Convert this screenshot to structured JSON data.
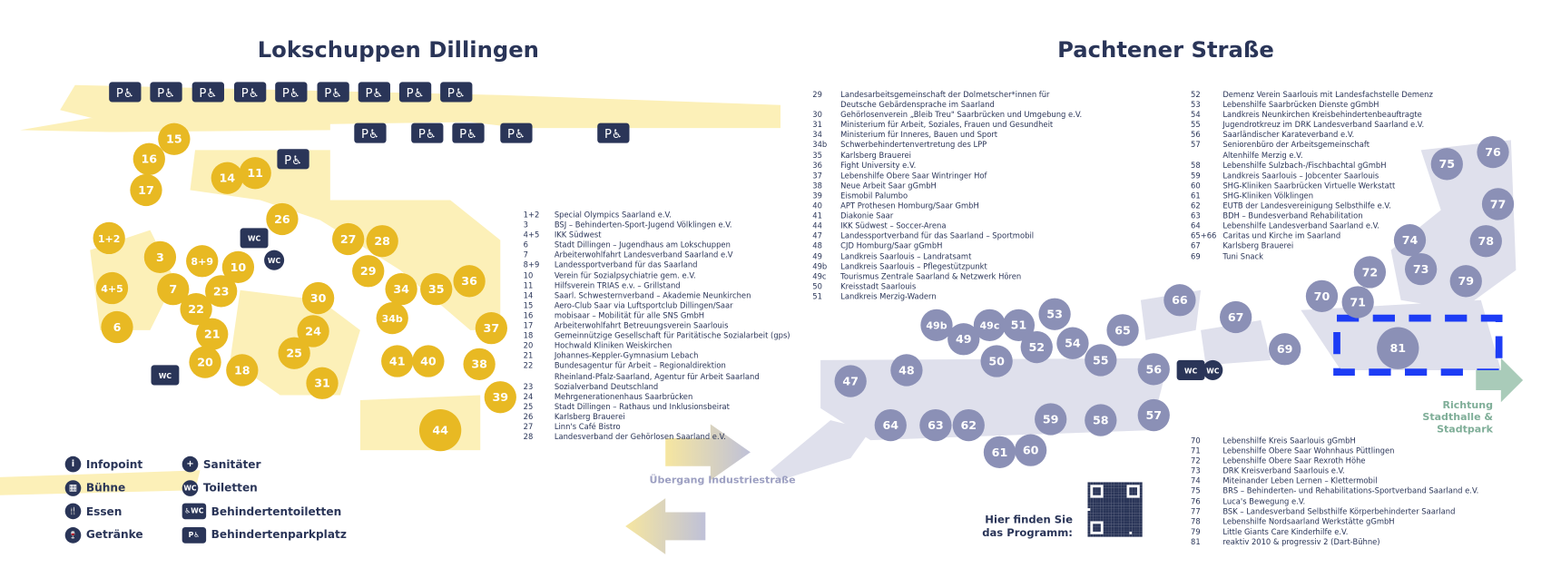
{
  "titles": {
    "left": "Lokschuppen Dillingen",
    "right": "Pachtener Straße"
  },
  "markers": {
    "lokschuppen": [
      "15",
      "16",
      "17",
      "14",
      "11",
      "1+2",
      "3",
      "8+9",
      "10",
      "4+5",
      "7",
      "23",
      "22",
      "6",
      "21",
      "20",
      "18",
      "25",
      "24",
      "30",
      "29",
      "28",
      "27",
      "26",
      "34",
      "35",
      "36",
      "34b",
      "37",
      "38",
      "41",
      "40",
      "31",
      "39",
      "44"
    ],
    "pachtener": [
      "47",
      "48",
      "49b",
      "49",
      "49c",
      "51",
      "53",
      "52",
      "54",
      "50",
      "55",
      "56",
      "57",
      "58",
      "59",
      "60",
      "61",
      "62",
      "63",
      "64",
      "65",
      "66",
      "67",
      "69",
      "70",
      "71",
      "72",
      "73",
      "74",
      "75",
      "76",
      "77",
      "78",
      "79",
      "81"
    ]
  },
  "lists": {
    "lokschuppen": [
      {
        "num": "1+2",
        "name": "Special Olympics Saarland e.V."
      },
      {
        "num": "3",
        "name": "BSJ – Behinderten-Sport-Jugend Völklingen e.V."
      },
      {
        "num": "4+5",
        "name": "IKK Südwest"
      },
      {
        "num": "6",
        "name": "Stadt Dillingen – Jugendhaus am Lokschuppen"
      },
      {
        "num": "7",
        "name": "Arbeiterwohlfahrt Landesverband Saarland e.V"
      },
      {
        "num": "8+9",
        "name": "Landessportverband für das Saarland"
      },
      {
        "num": "10",
        "name": "Verein für Sozialpsychiatrie gem. e.V."
      },
      {
        "num": "11",
        "name": "Hilfsverein TRIAS e.v. – Grillstand"
      },
      {
        "num": "14",
        "name": "Saarl. Schwesternverband – Akademie Neunkirchen"
      },
      {
        "num": "15",
        "name": "Aero-Club Saar via Luftsportclub Dillingen/Saar"
      },
      {
        "num": "16",
        "name": "mobisaar – Mobilität für alle SNS GmbH"
      },
      {
        "num": "17",
        "name": "Arbeiterwohlfahrt Betreuungsverein Saarlouis"
      },
      {
        "num": "18",
        "name": "Gemeinnützige Gesellschaft für Paritätische Sozialarbeit (gps)"
      },
      {
        "num": "20",
        "name": "Hochwald Kliniken Weiskirchen"
      },
      {
        "num": "21",
        "name": "Johannes-Keppler-Gymnasium Lebach"
      },
      {
        "num": "22",
        "name": "Bundesagentur für Arbeit – Regionaldirektion"
      },
      {
        "num": "",
        "name": "Rheinland-Pfalz-Saarland, Agentur für Arbeit Saarland"
      },
      {
        "num": "23",
        "name": "Sozialverband Deutschland"
      },
      {
        "num": "24",
        "name": "Mehrgenerationenhaus Saarbrücken"
      },
      {
        "num": "25",
        "name": "Stadt Dillingen – Rathaus und Inklusionsbeirat"
      },
      {
        "num": "26",
        "name": "Karlsberg Brauerei"
      },
      {
        "num": "27",
        "name": "Linn's Café Bistro"
      },
      {
        "num": "28",
        "name": "Landesverband der Gehörlosen Saarland e.V."
      }
    ],
    "pachtener_a": [
      {
        "num": "29",
        "name": "Landesarbeitsgemeinschaft der Dolmetscher*innen für"
      },
      {
        "num": "",
        "name": "Deutsche Gebärdensprache im Saarland"
      },
      {
        "num": "30",
        "name": "Gehörlosenverein „Bleib Treu\" Saarbrücken und Umgebung e.V."
      },
      {
        "num": "31",
        "name": "Ministerium für Arbeit, Soziales, Frauen und Gesundheit"
      },
      {
        "num": "34",
        "name": "Ministerium für Inneres, Bauen und Sport"
      },
      {
        "num": "34b",
        "name": "Schwerbehindertenvertretung des LPP"
      },
      {
        "num": "35",
        "name": "Karlsberg Brauerei"
      },
      {
        "num": "36",
        "name": "Fight University e.V."
      },
      {
        "num": "37",
        "name": "Lebenshilfe Obere Saar Wintringer Hof"
      },
      {
        "num": "38",
        "name": "Neue Arbeit Saar gGmbH"
      },
      {
        "num": "39",
        "name": "Eismobil Palumbo"
      },
      {
        "num": "40",
        "name": "APT Prothesen Homburg/Saar GmbH"
      },
      {
        "num": "41",
        "name": "Diakonie Saar"
      },
      {
        "num": "44",
        "name": "IKK Südwest – Soccer-Arena"
      },
      {
        "num": "47",
        "name": "Landessportverband für das Saarland – Sportmobil"
      },
      {
        "num": "48",
        "name": "CJD Homburg/Saar gGmbH"
      },
      {
        "num": "49",
        "name": "Landkreis Saarlouis – Landratsamt"
      },
      {
        "num": "49b",
        "name": "Landkreis Saarlouis – Pflegestützpunkt"
      },
      {
        "num": "49c",
        "name": "Tourismus Zentrale Saarland & Netzwerk Hören"
      },
      {
        "num": "50",
        "name": "Kreisstadt Saarlouis"
      },
      {
        "num": "51",
        "name": "Landkreis Merzig-Wadern"
      }
    ],
    "pachtener_b": [
      {
        "num": "52",
        "name": "Demenz Verein Saarlouis mit Landesfachstelle Demenz"
      },
      {
        "num": "53",
        "name": "Lebenshilfe Saarbrücken Dienste gGmbH"
      },
      {
        "num": "54",
        "name": "Landkreis Neunkirchen Kreisbehindertenbeauftragte"
      },
      {
        "num": "55",
        "name": "Jugendrotkreuz im DRK Landesverband Saarland e.V."
      },
      {
        "num": "56",
        "name": "Saarländischer Karateverband e.V."
      },
      {
        "num": "57",
        "name": "Seniorenbüro der Arbeitsgemeinschaft"
      },
      {
        "num": "",
        "name": "Altenhilfe Merzig e.V."
      },
      {
        "num": "58",
        "name": "Lebenshilfe Sulzbach-/Fischbachtal gGmbH"
      },
      {
        "num": "59",
        "name": "Landkreis Saarlouis – Jobcenter Saarlouis"
      },
      {
        "num": "60",
        "name": "SHG-Kliniken Saarbrücken Virtuelle Werkstatt"
      },
      {
        "num": "61",
        "name": "SHG-Kliniken Völklingen"
      },
      {
        "num": "62",
        "name": "EUTB der Landesvereinigung Selbsthilfe e.V."
      },
      {
        "num": "63",
        "name": "BDH – Bundesverband Rehabilitation"
      },
      {
        "num": "64",
        "name": "Lebenshilfe Landesverband Saarland e.V."
      },
      {
        "num": "65+66",
        "name": "Caritas und Kirche im Saarland"
      },
      {
        "num": "67",
        "name": "Karlsberg Brauerei"
      },
      {
        "num": "69",
        "name": "Tuni Snack"
      }
    ],
    "pachtener_c": [
      {
        "num": "70",
        "name": "Lebenshilfe Kreis Saarlouis gGmbH"
      },
      {
        "num": "71",
        "name": "Lebenshilfe Obere Saar Wohnhaus Püttlingen"
      },
      {
        "num": "72",
        "name": "Lebenshilfe Obere Saar Rexroth Höhe"
      },
      {
        "num": "73",
        "name": "DRK Kreisverband Saarlouis e.V."
      },
      {
        "num": "74",
        "name": "Miteinander Leben Lernen – Klettermobil"
      },
      {
        "num": "75",
        "name": "BRS – Behinderten- und Rehabilitations-Sportverband Saarland e.V."
      },
      {
        "num": "76",
        "name": "Luca's Bewegung e.V."
      },
      {
        "num": "77",
        "name": "BSK – Landesverband Selbsthilfe Körperbehinderter Saarland"
      },
      {
        "num": "78",
        "name": "Lebenshilfe Nordsaarland Werkstätte gGmbH"
      },
      {
        "num": "79",
        "name": "Little Giants Care Kinderhilfe e.V."
      },
      {
        "num": "81",
        "name": "reaktiv 2010 & progressiv 2 (Dart-Bühne)"
      }
    ]
  },
  "legend": [
    {
      "icon": "info-icon",
      "glyph": "i",
      "label": "Infopoint"
    },
    {
      "icon": "stage-icon",
      "glyph": "▦",
      "label": "Bühne"
    },
    {
      "icon": "food-icon",
      "glyph": "🍴",
      "label": "Essen"
    },
    {
      "icon": "drink-icon",
      "glyph": "🍷",
      "label": "Getränke"
    },
    {
      "icon": "first-aid-icon",
      "glyph": "+",
      "label": "Sanitäter"
    },
    {
      "icon": "wc-icon",
      "glyph": "WC",
      "label": "Toiletten"
    },
    {
      "icon": "accessible-wc-icon",
      "glyph": "♿WC",
      "label": "Behindertentoiletten"
    },
    {
      "icon": "accessible-parking-icon",
      "glyph": "P♿",
      "label": "Behindertenparkplatz"
    }
  ],
  "labels": {
    "transfer": "Übergang Industriestraße",
    "direction": [
      "Richtung",
      "Stadthalle &",
      "Stadtpark"
    ],
    "program": [
      "Hier finden Sie",
      "das Programm:"
    ],
    "parking": "P♿",
    "wc": "WC"
  },
  "colors": {
    "navy": "#2a3558",
    "yellow": "#e8b923",
    "paleYellow": "#fcf0b8",
    "grey": "#8b90b6",
    "paleGrey": "#dfe0ec",
    "blue": "#1d3cf5",
    "green": "#7fae98"
  }
}
